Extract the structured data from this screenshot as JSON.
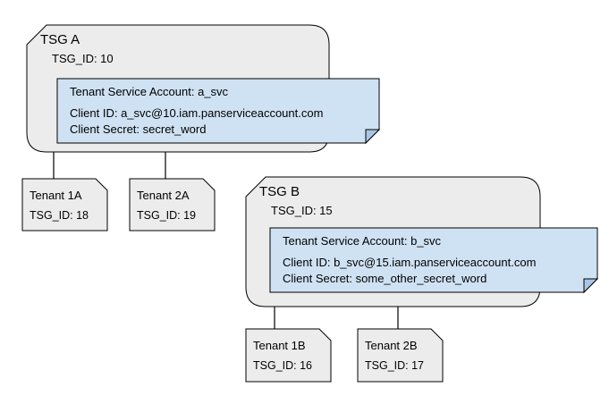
{
  "diagram": {
    "groups": [
      {
        "title": "TSG A",
        "tsg_id": "TSG_ID: 10",
        "account": {
          "title": "Tenant Service Account: a_svc",
          "client_id": "Client ID: a_svc@10.iam.panserviceaccount.com",
          "client_secret": "Client Secret: secret_word"
        },
        "tenants": [
          {
            "name": "Tenant 1A",
            "tsg_id": "TSG_ID: 18"
          },
          {
            "name": "Tenant 2A",
            "tsg_id": "TSG_ID: 19"
          }
        ]
      },
      {
        "title": "TSG B",
        "tsg_id": "TSG_ID: 15",
        "account": {
          "title": "Tenant Service Account: b_svc",
          "client_id": "Client ID: b_svc@15.iam.panserviceaccount.com",
          "client_secret": "Client Secret: some_other_secret_word"
        },
        "tenants": [
          {
            "name": "Tenant 1B",
            "tsg_id": "TSG_ID: 16"
          },
          {
            "name": "Tenant 2B",
            "tsg_id": "TSG_ID: 17"
          }
        ]
      }
    ],
    "colors": {
      "group_fill": "#ececec",
      "account_fill": "#cfe2f3",
      "account_fold": "#a9c7e4",
      "border": "#000000"
    }
  }
}
